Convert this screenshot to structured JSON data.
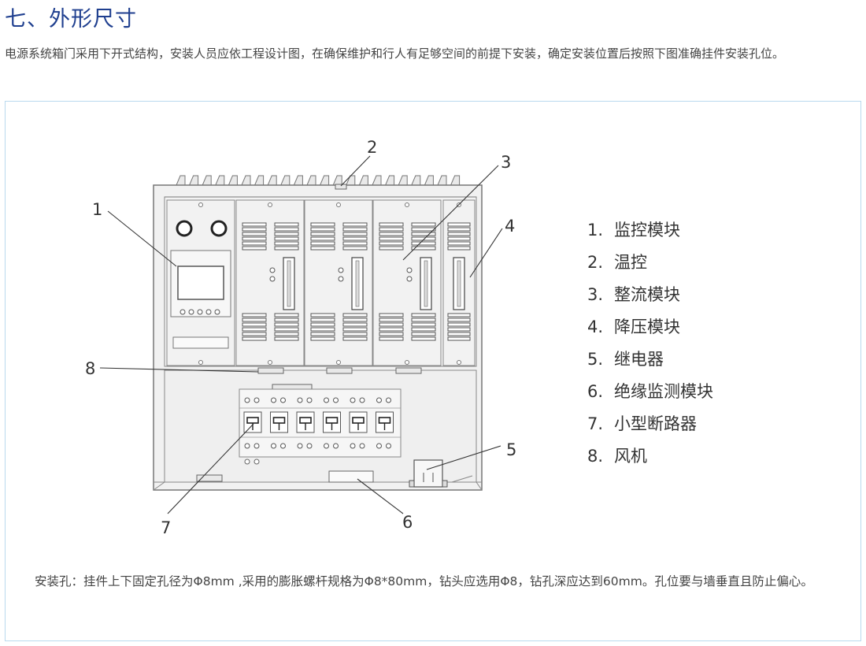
{
  "page": {
    "heading": "七、外形尺寸",
    "intro_text": "电源系统箱门采用下开式结构，安装人员应依工程设计图，在确保维护和行人有足够空间的前提下安装，确定安装位置后按照下图准确挂件安装孔位。"
  },
  "diagram": {
    "callouts": [
      "1",
      "2",
      "3",
      "4",
      "5",
      "6",
      "7",
      "8"
    ],
    "legend": [
      {
        "num": "1.",
        "label": "监控模块"
      },
      {
        "num": "2.",
        "label": "温控"
      },
      {
        "num": "3.",
        "label": "整流模块"
      },
      {
        "num": "4.",
        "label": "降压模块"
      },
      {
        "num": "5.",
        "label": "继电器"
      },
      {
        "num": "6.",
        "label": "绝缘监测模块"
      },
      {
        "num": "7.",
        "label": "小型断路器"
      },
      {
        "num": "8.",
        "label": "风机"
      }
    ]
  },
  "note": {
    "text": "安装孔：挂件上下固定孔径为Φ8mm ,采用的膨胀螺杆规格为Φ8*80mm，钻头应选用Φ8，钻孔深应达到60mm。孔位要与墙垂直且防止偏心。"
  }
}
